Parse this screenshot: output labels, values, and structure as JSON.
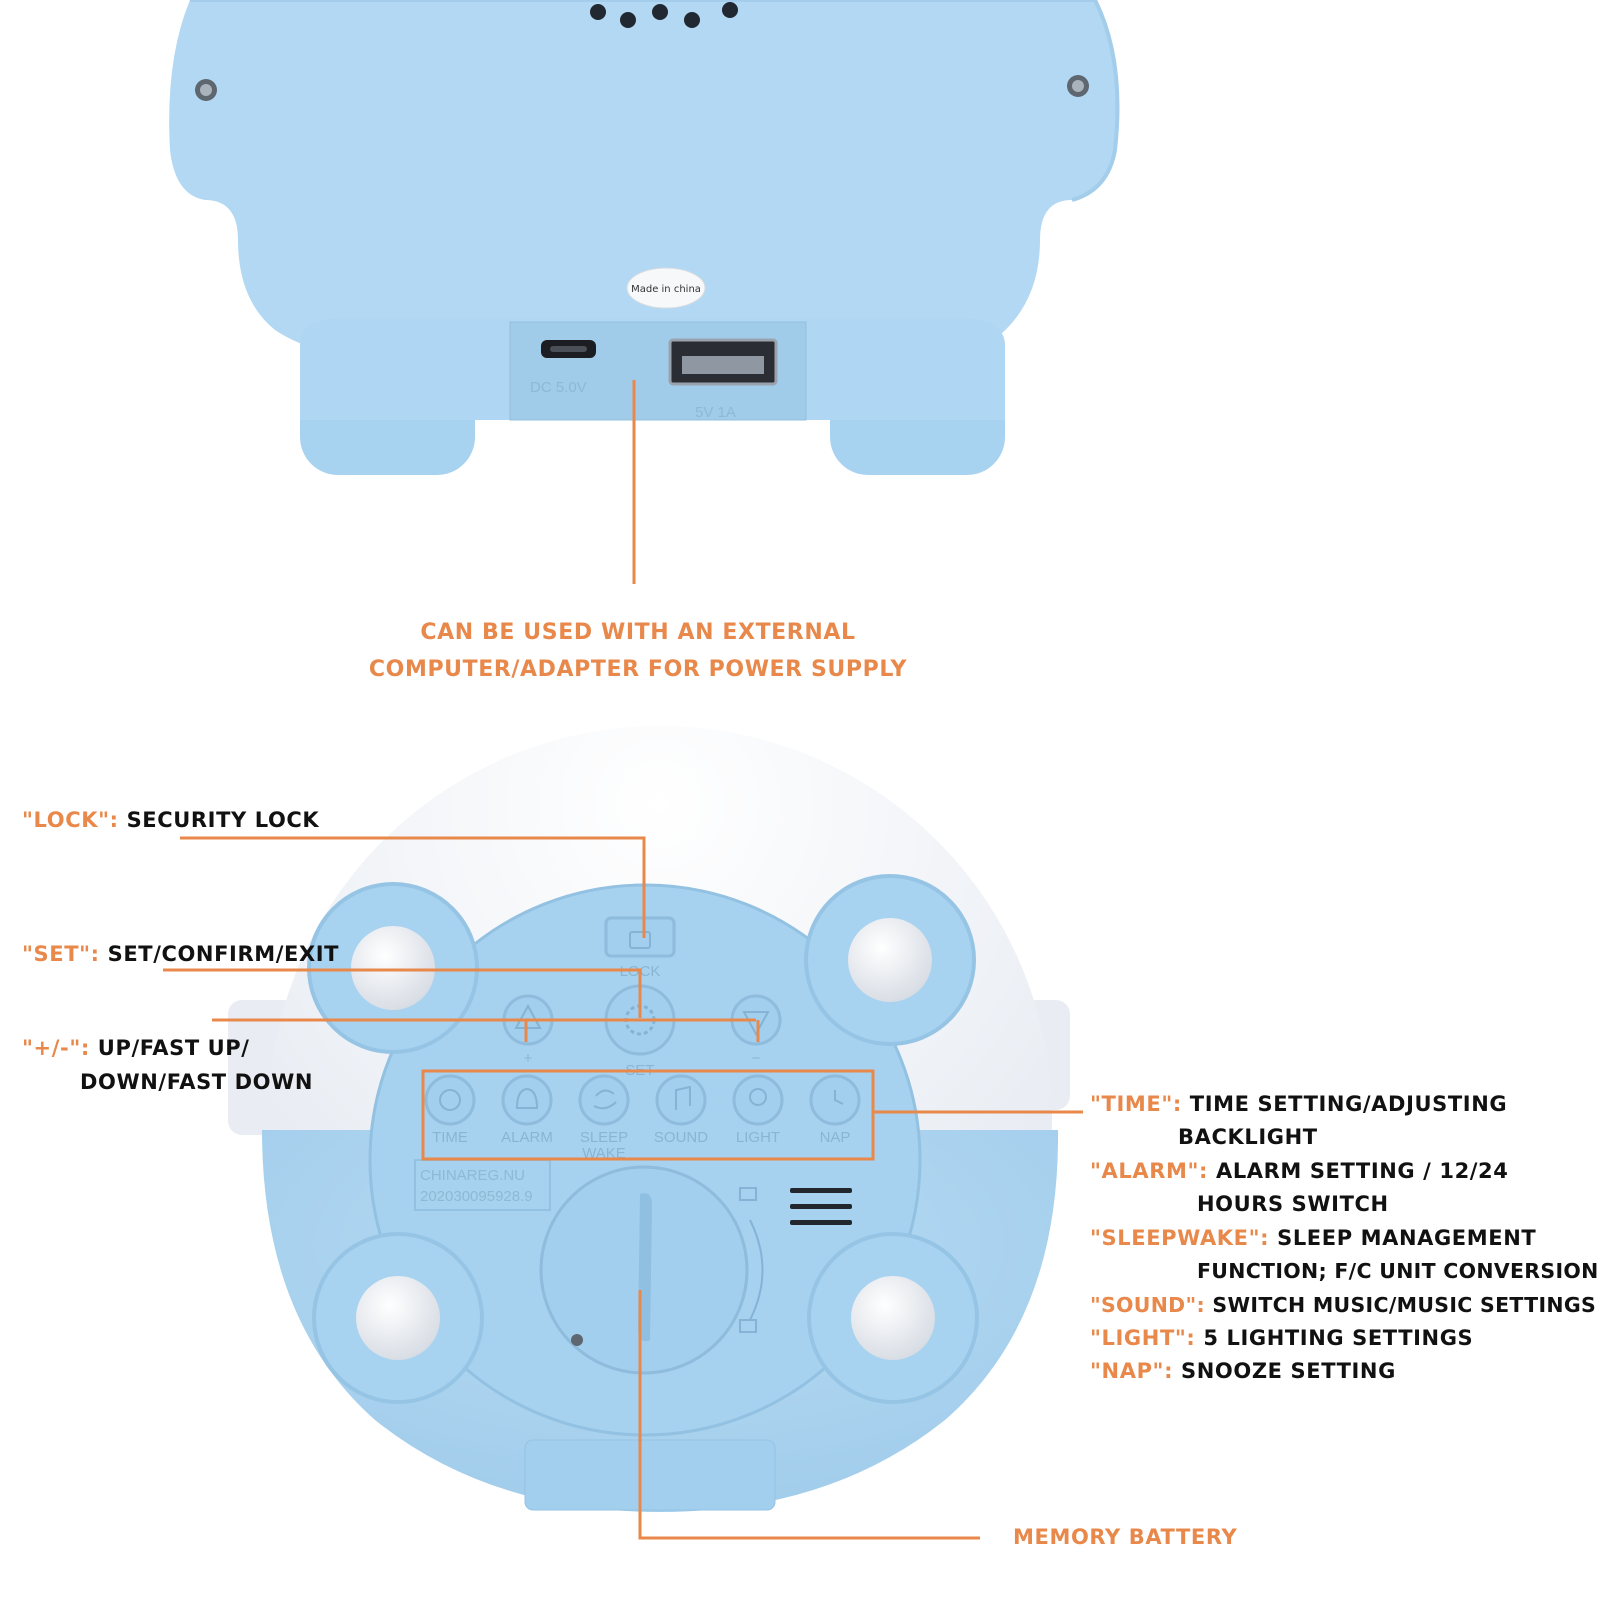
{
  "colors": {
    "accent": "#e8884a",
    "device_blue": "#a9d4f1",
    "device_white": "#eef1f6",
    "text": "#111111"
  },
  "device_back": {
    "sticker": "Made in china",
    "dc_port": "DC 5.0V",
    "usb_port": "5V 1A"
  },
  "power_caption": [
    "CAN BE USED WITH AN EXTERNAL",
    "COMPUTER/ADAPTER FOR POWER SUPPLY"
  ],
  "left_labels": [
    {
      "key": "\"LOCK\":",
      "text": "SECURITY LOCK"
    },
    {
      "key": "\"SET\":",
      "text": "SET/CONFIRM/EXIT"
    },
    {
      "key": "\"+/-\":",
      "text": "UP/FAST UP/",
      "text2": "DOWN/FAST DOWN"
    }
  ],
  "panel": {
    "lock": "LOCK",
    "set": "SET",
    "plus": "+",
    "minus": "−",
    "reg_line1": "CHINAREG.NU",
    "reg_line2": "202030095928.9",
    "buttons": [
      {
        "label": "TIME",
        "icon": "clock-icon"
      },
      {
        "label": "ALARM",
        "icon": "bell-icon"
      },
      {
        "label": "SLEEP",
        "label2": "WAKE",
        "icon": "moon-sun-icon"
      },
      {
        "label": "SOUND",
        "icon": "music-note-icon"
      },
      {
        "label": "LIGHT",
        "icon": "bulb-icon"
      },
      {
        "label": "NAP",
        "icon": "timer-icon"
      }
    ]
  },
  "right_labels": [
    {
      "key": "\"TIME\":",
      "text": "TIME SETTING/ADJUSTING",
      "text2": "BACKLIGHT"
    },
    {
      "key": "\"ALARM\":",
      "text": "ALARM SETTING / 12/24",
      "text2": "HOURS SWITCH"
    },
    {
      "key": "\"SLEEPWAKE\":",
      "text": "SLEEP MANAGEMENT",
      "text2": "FUNCTION; F/C UNIT CONVERSION"
    },
    {
      "key": "\"SOUND\":",
      "text": "SWITCH MUSIC/MUSIC SETTINGS"
    },
    {
      "key": "\"LIGHT\":",
      "text": "5 LIGHTING SETTINGS"
    },
    {
      "key": "\"NAP\":",
      "text": "SNOOZE SETTING"
    }
  ],
  "battery_label": "MEMORY BATTERY"
}
